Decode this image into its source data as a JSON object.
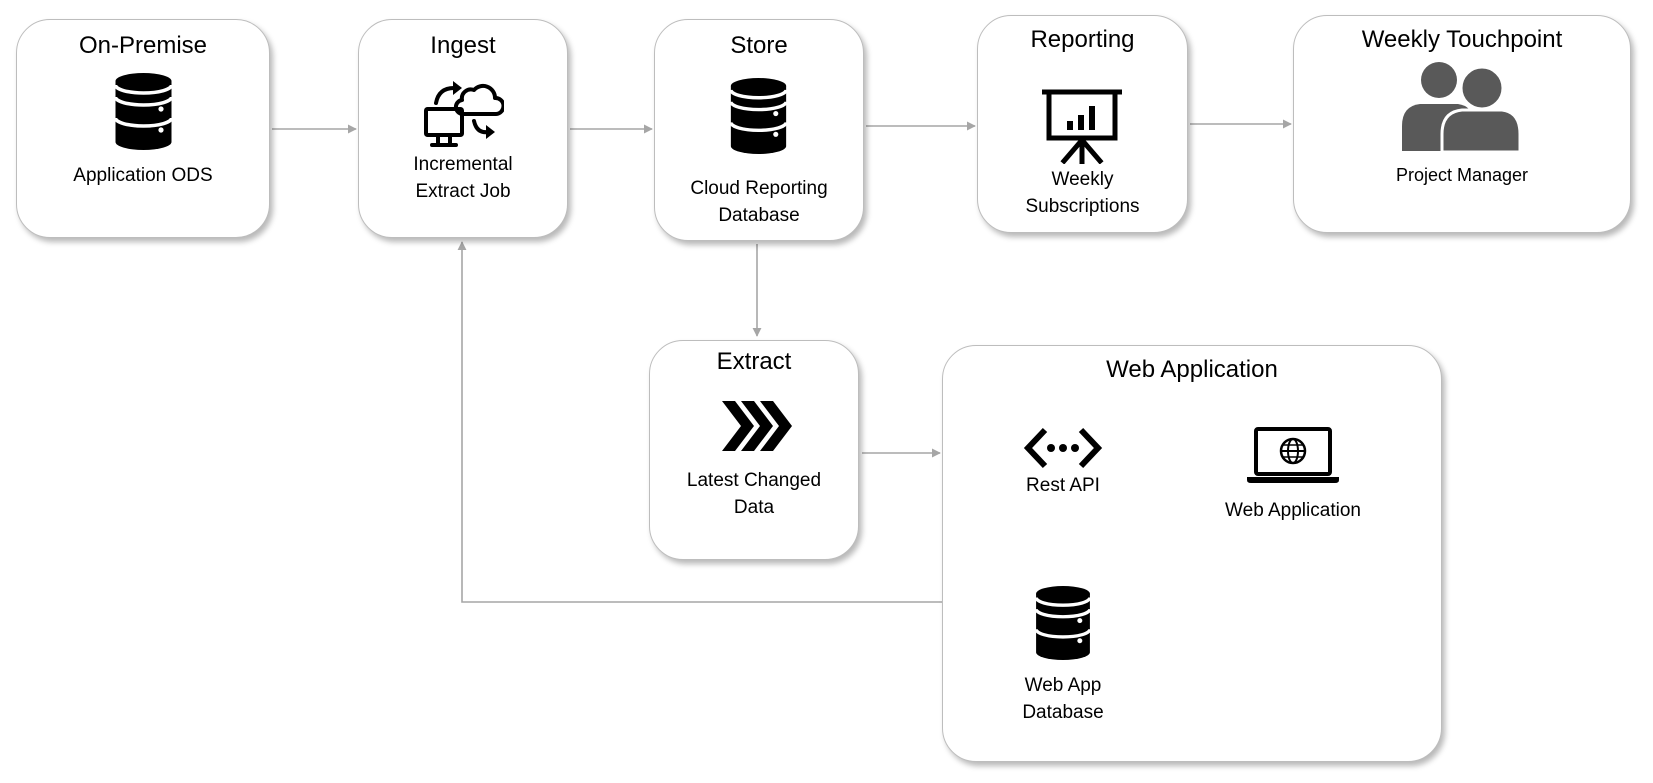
{
  "nodes": {
    "on_premise": {
      "title": "On-Premise",
      "label": "Application ODS",
      "icon": "database-icon"
    },
    "ingest": {
      "title": "Ingest",
      "label": "Incremental\nExtract Job",
      "icon": "computer-cloud-sync-icon"
    },
    "store": {
      "title": "Store",
      "label": "Cloud Reporting\nDatabase",
      "icon": "database-icon"
    },
    "reporting": {
      "title": "Reporting",
      "label": "Weekly\nSubscriptions",
      "icon": "presentation-chart-icon"
    },
    "touchpoint": {
      "title": "Weekly Touchpoint",
      "label": "Project Manager",
      "icon": "users-icon"
    },
    "extract": {
      "title": "Extract",
      "label": "Latest Changed\nData",
      "icon": "chevrons-right-icon"
    },
    "web_app": {
      "title": "Web Application",
      "items": {
        "rest_api": {
          "label": "Rest API",
          "icon": "api-code-icon"
        },
        "web_application": {
          "label": "Web Application",
          "icon": "laptop-globe-icon"
        },
        "web_app_db": {
          "label": "Web App\nDatabase",
          "icon": "database-icon"
        }
      }
    }
  },
  "colors": {
    "connector": "#a6a6a6",
    "icon": "#000000",
    "users_icon": "#595959",
    "box_border": "#bdbdbd"
  }
}
